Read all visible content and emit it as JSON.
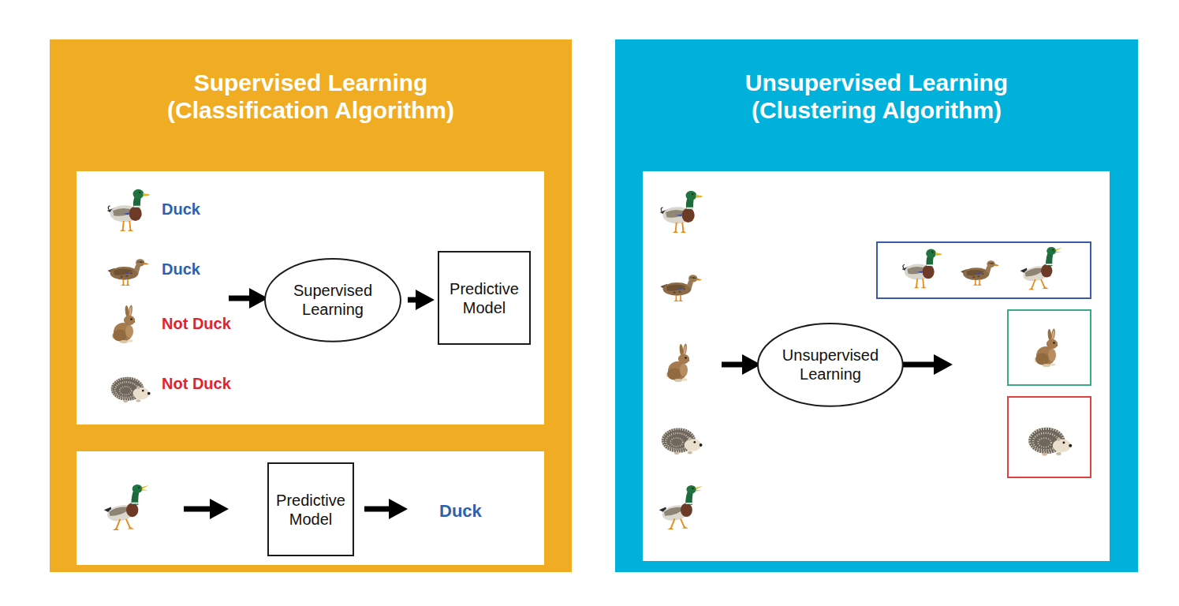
{
  "diagram": {
    "nodes": [
      {
        "text": [
          "Supervised Learning (Classification Algorithm)"
        ]
      },
      {
        "text": [
          "Supervised Learning"
        ],
        "in": 0
      },
      {
        "text": [
          "Predictive Model"
        ],
        "in": 0
      },
      {
        "text": [
          "Predictive Model"
        ],
        "in": 0
      },
      {
        "text": [
          "Unsupervised Learning (Clustering Algorithm)"
        ]
      },
      {
        "text": [
          "Unsupervised Learning"
        ],
        "in": 4
      }
    ],
    "edges": [
      {
        "from": 1,
        "to": 2,
        "arrow": "to"
      }
    ],
    "labels": [
      "Duck",
      "Duck",
      "Not Duck",
      "Not Duck",
      "Duck"
    ]
  }
}
